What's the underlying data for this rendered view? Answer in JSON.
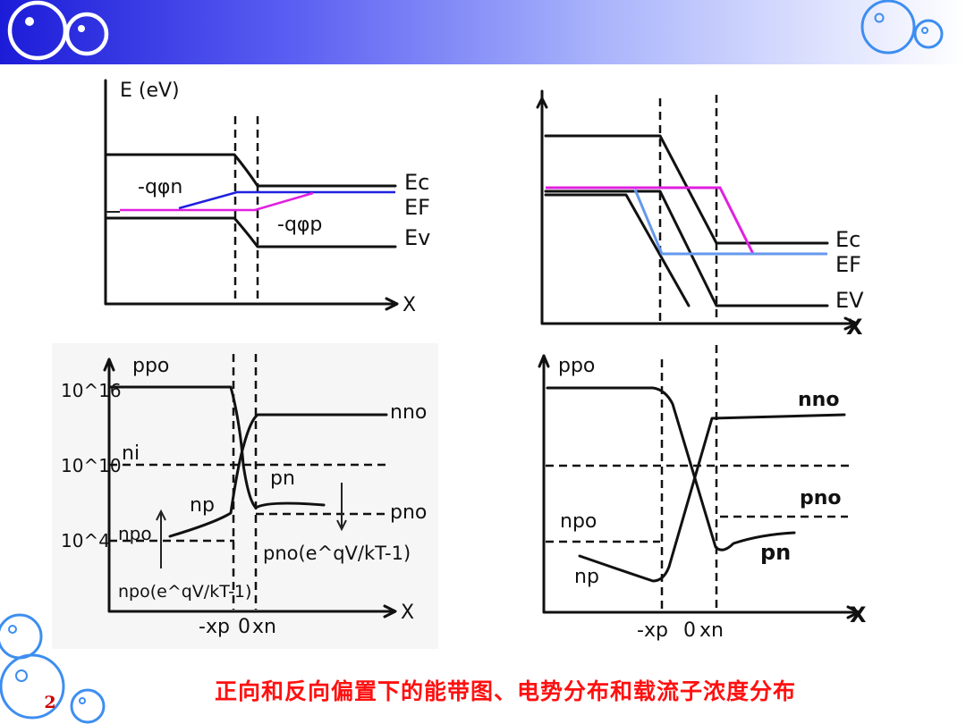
{
  "caption": "正向和反向偏置下的能带图、电势分布和载流子浓度分布",
  "page_number": "2",
  "colors": {
    "banner_start": "#1c1cd8",
    "ef_magenta": "#e020e0",
    "ef_blue": "#2020e0",
    "ef_lightblue": "#6699ee",
    "caption_red": "#ff1010",
    "bubble": "#3d8ef0"
  },
  "chart_data": [
    {
      "type": "line",
      "title": "",
      "ylabel": "E (eV)",
      "xlabel": "X",
      "labels": {
        "ec": "Ec",
        "ef": "EF",
        "ev": "Ev",
        "phi_n": "-qφn",
        "phi_p": "-qφp"
      },
      "series": []
    },
    {
      "type": "line",
      "title": "",
      "xlabel": "X",
      "labels": {
        "ec": "Ec",
        "ef": "EF",
        "ev": "EV"
      },
      "series": []
    },
    {
      "type": "line",
      "title": "",
      "xlabel": "X",
      "yticks": [
        "10^16",
        "10^10",
        "10^4"
      ],
      "xticks": [
        "-xp",
        "0",
        "xn"
      ],
      "labels": {
        "ppo": "ppo",
        "nno": "nno",
        "ni": "ni",
        "pn": "pn",
        "np": "np",
        "pno": "pno",
        "npo": "npo",
        "pno_formula": "pno(e^qV/kT-1)",
        "npo_formula": "npo(e^qV/kT-1)"
      },
      "series": []
    },
    {
      "type": "line",
      "title": "",
      "xlabel": "X",
      "xticks": [
        "-xp",
        "0",
        "xn"
      ],
      "labels": {
        "ppo": "ppo",
        "nno": "nno",
        "pno": "pno",
        "npo": "npo",
        "np": "np",
        "pn": "pn"
      },
      "series": []
    }
  ]
}
